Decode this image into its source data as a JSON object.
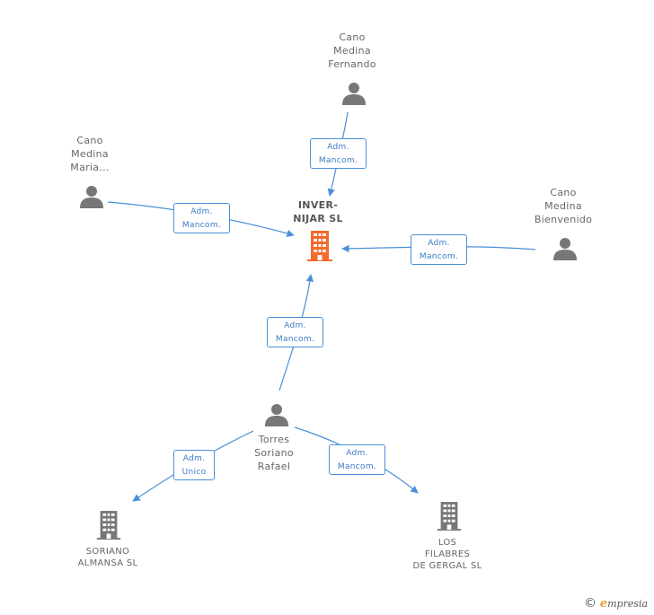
{
  "nodes": {
    "fernando": {
      "lines": [
        "Cano",
        "Medina",
        "Fernando"
      ]
    },
    "maria": {
      "lines": [
        "Cano",
        "Medina",
        "Maria..."
      ]
    },
    "bienvenido": {
      "lines": [
        "Cano",
        "Medina",
        "Bienvenido"
      ]
    },
    "center": {
      "lines": [
        "INVER-",
        "NIJAR SL"
      ]
    },
    "torres": {
      "lines": [
        "Torres",
        "Soriano",
        "Rafael"
      ]
    },
    "soriano": {
      "lines": [
        "SORIANO",
        "ALMANSA SL"
      ]
    },
    "filabres": {
      "lines": [
        "LOS",
        "FILABRES",
        "DE GERGAL SL"
      ]
    }
  },
  "edges": {
    "fernando": {
      "lines": [
        "Adm.",
        "Mancom."
      ]
    },
    "maria": {
      "lines": [
        "Adm.",
        "Mancom."
      ]
    },
    "bienvenido": {
      "lines": [
        "Adm.",
        "Mancom."
      ]
    },
    "torres_center": {
      "lines": [
        "Adm.",
        "Mancom."
      ]
    },
    "torres_soriano": {
      "lines": [
        "Adm.",
        "Unico"
      ]
    },
    "torres_filabres": {
      "lines": [
        "Adm.",
        "Mancom."
      ]
    }
  },
  "colors": {
    "edge": "#4a8fd8",
    "person": "#777777",
    "company": "#777777",
    "center_company": "#f26a2e"
  },
  "footer": {
    "copyright": "©",
    "brand_initial": "e",
    "brand_rest": "mpresia"
  }
}
